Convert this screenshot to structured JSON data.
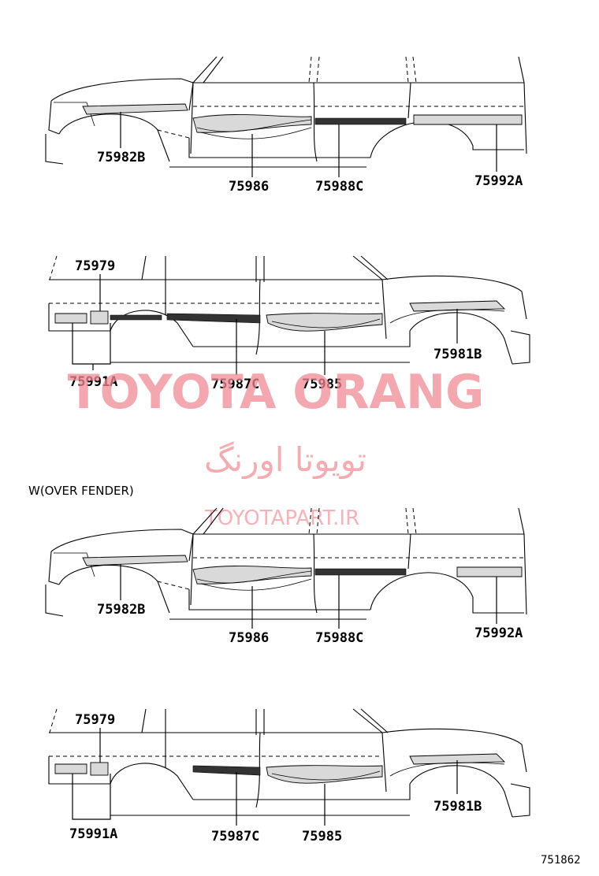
{
  "variant_note": "W(OVER FENDER)",
  "diagram_code": "751862",
  "watermark": {
    "latin": "TOYOTA ORANG",
    "persian": "تویوتا اورنگ",
    "site": "TOYOTAPART.IR"
  },
  "views": [
    {
      "id": "view-1",
      "labels": [
        "75982B",
        "75986",
        "75988C",
        "75992A"
      ]
    },
    {
      "id": "view-2",
      "labels": [
        "75979",
        "75991A",
        "75987C",
        "75985",
        "75981B"
      ]
    },
    {
      "id": "view-3",
      "labels": [
        "75982B",
        "75986",
        "75988C",
        "75992A"
      ]
    },
    {
      "id": "view-4",
      "labels": [
        "75979",
        "75991A",
        "75987C",
        "75985",
        "75981B"
      ]
    }
  ]
}
